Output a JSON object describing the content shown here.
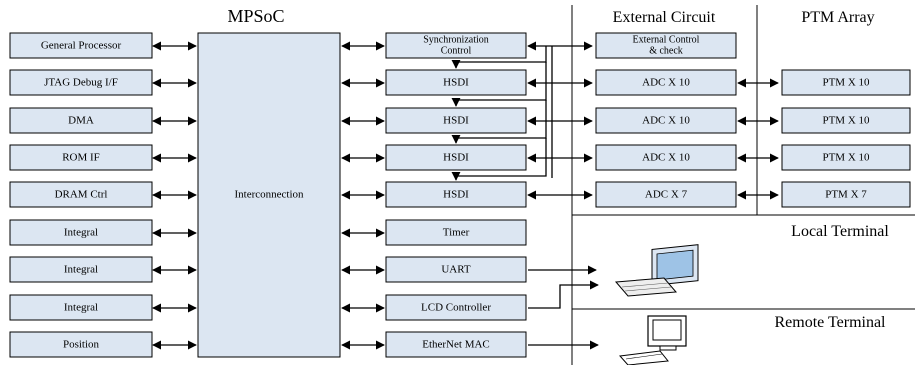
{
  "headings": {
    "mpsoc": "MPSoC",
    "external_circuit": "External Circuit",
    "ptm_array": "PTM Array",
    "local_terminal": "Local Terminal",
    "remote_terminal": "Remote Terminal"
  },
  "left_column": [
    "General Processor",
    "JTAG Debug I/F",
    "DMA",
    "ROM IF",
    "DRAM Ctrl",
    "Integral",
    "Integral",
    "Integral",
    "Position"
  ],
  "interconnection": "Interconnection",
  "middle_column": {
    "sync_line1": "Synchronization",
    "sync_line2": "Control",
    "hsdi": [
      "HSDI",
      "HSDI",
      "HSDI",
      "HSDI"
    ],
    "timer": "Timer",
    "uart": "UART",
    "lcd": "LCD Controller",
    "ethernet": "EtherNet MAC"
  },
  "external": {
    "ctrl_line1": "External Control",
    "ctrl_line2": "& check",
    "adc": [
      "ADC X 10",
      "ADC X 10",
      "ADC X 10",
      "ADC X 7"
    ]
  },
  "ptm": [
    "PTM X 10",
    "PTM X 10",
    "PTM X 10",
    "PTM X 7"
  ],
  "icons": {
    "local": "monitor-keyboard-icon",
    "remote": "desktop-computer-icon"
  },
  "colors": {
    "box_fill": "#dce6f2",
    "stroke": "#000000",
    "monitor_screen": "#9ec3e6"
  }
}
